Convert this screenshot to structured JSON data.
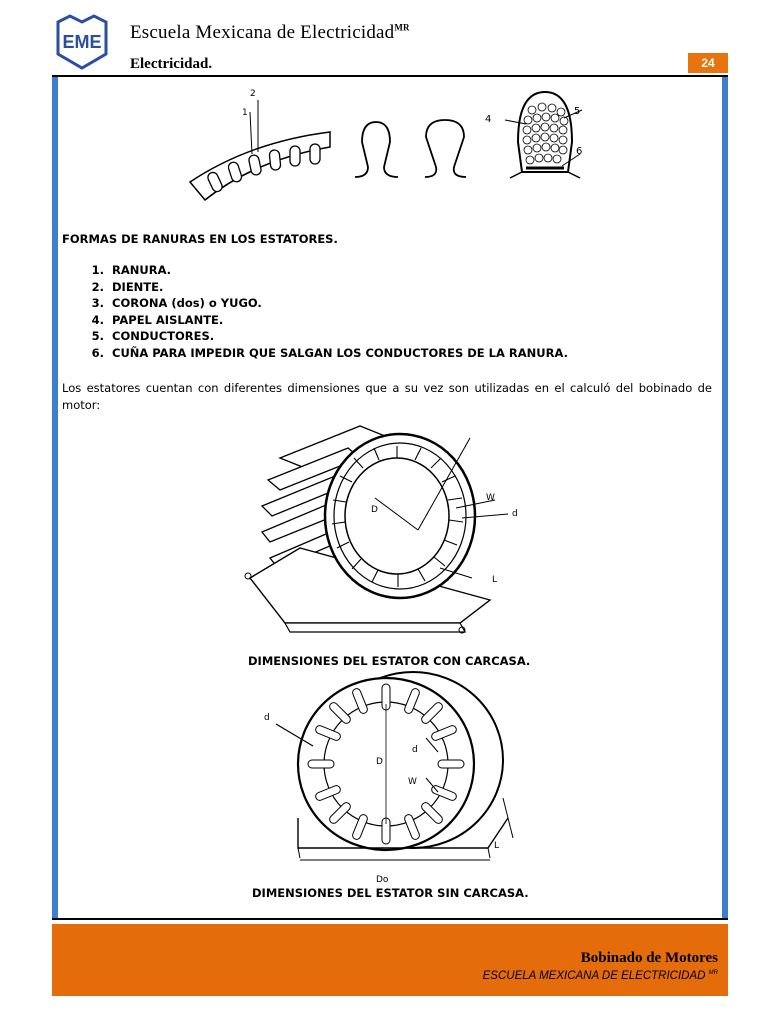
{
  "header": {
    "logo_text": "EME",
    "school_name": "Escuela Mexicana de Electricidad",
    "school_mark": "MR",
    "subject": "Electricidad.",
    "page_number": "24"
  },
  "figure_top": {
    "callouts": [
      "1",
      "2",
      "4",
      "5",
      "6"
    ]
  },
  "slots_section": {
    "heading": "FORMAS DE RANURAS EN LOS ESTATORES.",
    "items": [
      "RANURA.",
      "DIENTE.",
      "CORONA (dos) o YUGO.",
      "PAPEL AISLANTE.",
      "CONDUCTORES.",
      "CUÑA PARA IMPEDIR QUE SALGAN LOS CONDUCTORES DE LA RANURA."
    ]
  },
  "intro_paragraph": "Los estatores cuentan con diferentes dimensiones que a su vez son utilizadas en el calculó del bobinado de motor:",
  "figure_housing": {
    "labels": [
      "D",
      "W",
      "d",
      "L"
    ],
    "caption": "DIMENSIONES DEL ESTATOR CON CARCASA."
  },
  "figure_bare": {
    "labels": [
      "d",
      "D",
      "d",
      "W",
      "L",
      "Do"
    ],
    "caption": "DIMENSIONES DEL ESTATOR SIN CARCASA."
  },
  "footer": {
    "title": "Bobinado de Motores",
    "subtitle": "ESCUELA MEXICANA DE ELECTRICIDAD",
    "subtitle_mark": "MR"
  },
  "colors": {
    "accent_orange": "#e46c0a",
    "side_blue": "#3c7fd0",
    "logo_blue": "#2a4ea0"
  }
}
